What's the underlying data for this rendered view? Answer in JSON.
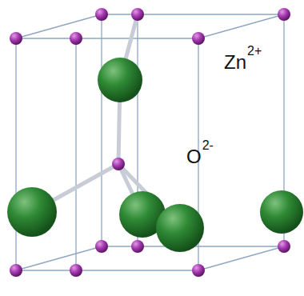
{
  "diagram": {
    "labels": [
      "Zn",
      "2+",
      "O",
      "2-"
    ]
  }
}
